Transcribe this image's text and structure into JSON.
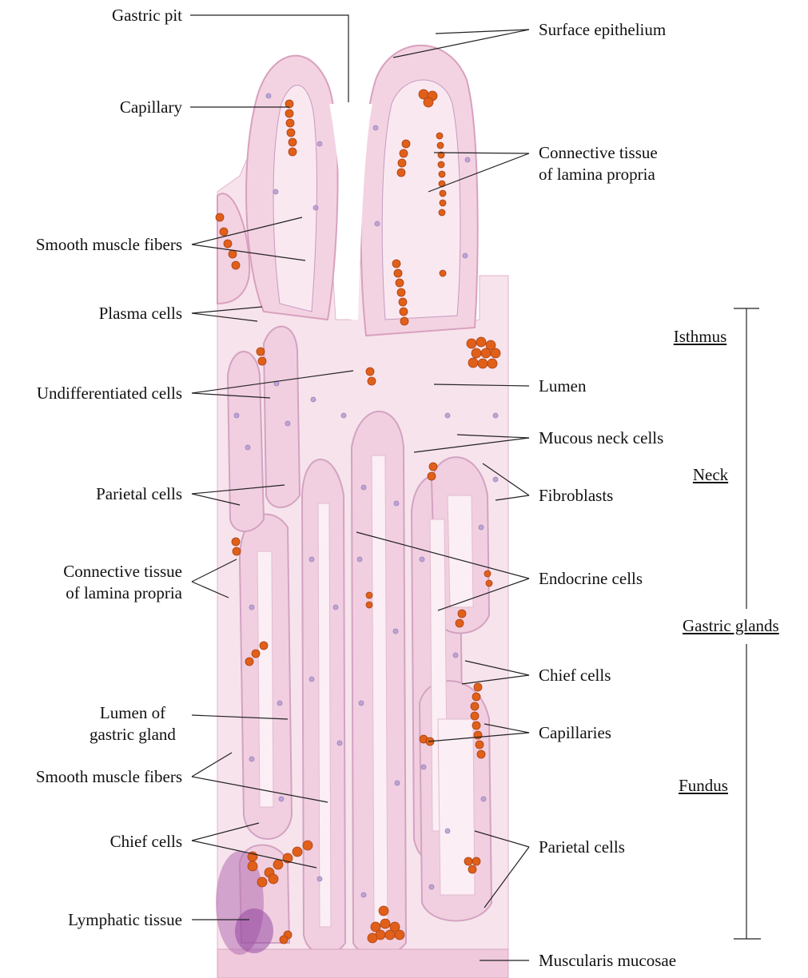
{
  "diagram": {
    "labels_left": {
      "gastric_pit": "Gastric pit",
      "capillary": "Capillary",
      "smooth_muscle_upper": "Smooth muscle fibers",
      "plasma_cells": "Plasma cells",
      "undifferentiated_cells": "Undifferentiated cells",
      "parietal_cells_upper": "Parietal cells",
      "connective_tissue_line1": "Connective tissue",
      "connective_tissue_line2": "of lamina propria",
      "lumen_gland_line1": "Lumen of",
      "lumen_gland_line2": "gastric gland",
      "smooth_muscle_lower": "Smooth muscle fibers",
      "chief_cells_lower": "Chief cells",
      "lymphatic_tissue": "Lymphatic tissue"
    },
    "labels_right": {
      "surface_epithelium": "Surface epithelium",
      "connective_tissue_line1": "Connective tissue",
      "connective_tissue_line2": "of lamina propria",
      "lumen": "Lumen",
      "mucous_neck_cells": "Mucous neck cells",
      "fibroblasts": "Fibroblasts",
      "endocrine_cells": "Endocrine cells",
      "chief_cells": "Chief cells",
      "capillaries": "Capillaries",
      "parietal_cells": "Parietal cells",
      "muscularis_mucosae": "Muscularis mucosae"
    },
    "regions": {
      "isthmus": "Isthmus",
      "neck": "Neck",
      "gastric_glands": "Gastric glands",
      "fundus": "Fundus"
    }
  },
  "colors": {
    "tissue_background": "#f6dde8",
    "epithelium": "#e8b2cf",
    "nuclei": "#9a86c4",
    "red_blood_cells": "#e0601a",
    "lymphatic": "#8e3f9e",
    "leader_lines": "#222222"
  }
}
